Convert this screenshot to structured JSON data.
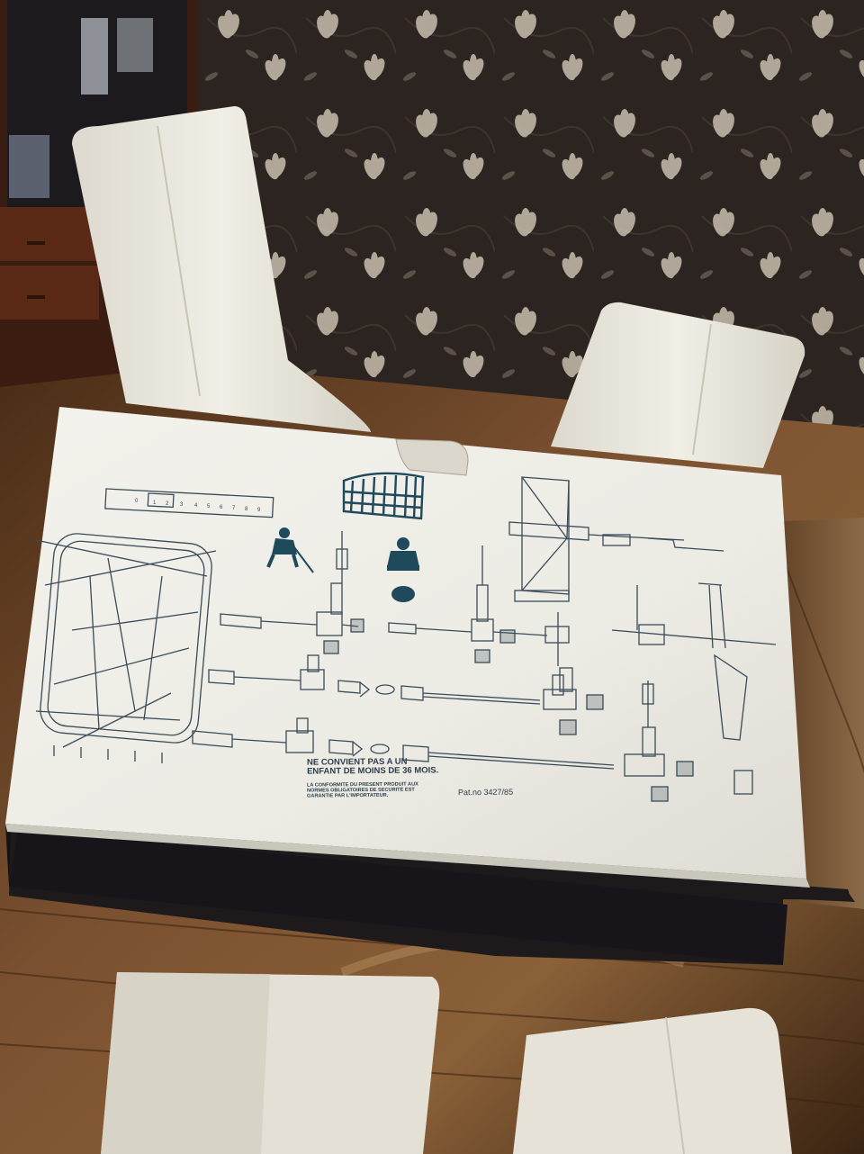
{
  "box": {
    "warning_text": "NE CONVIENT PAS A UN ENFANT DE MOINS DE 36 MOIS.",
    "conformity_text": "LA CONFORMITE DU PRESENT PRODUIT AUX NORMES OBLIGATOIRES DE SECURITE EST GARANTIE PAR L'IMPORTATEUR.",
    "patent_text": "Pat.no 3427/85",
    "scale_numbers": [
      "0",
      "1",
      "2",
      "3",
      "4",
      "5",
      "6",
      "7",
      "8",
      "9"
    ]
  },
  "colors": {
    "wallpaper": "#2b2420",
    "blossom": "#c9bfae",
    "box_white": "#efeee8",
    "line_ink": "#3a4b58",
    "print_teal": "#1f4a5c",
    "table_wood": "#6a4424",
    "chair_white": "#e8e5dc"
  },
  "icons": [
    "hockey-player-icon",
    "goalie-icon",
    "goal-net-icon",
    "puck-icon",
    "rink-diagram-icon"
  ]
}
